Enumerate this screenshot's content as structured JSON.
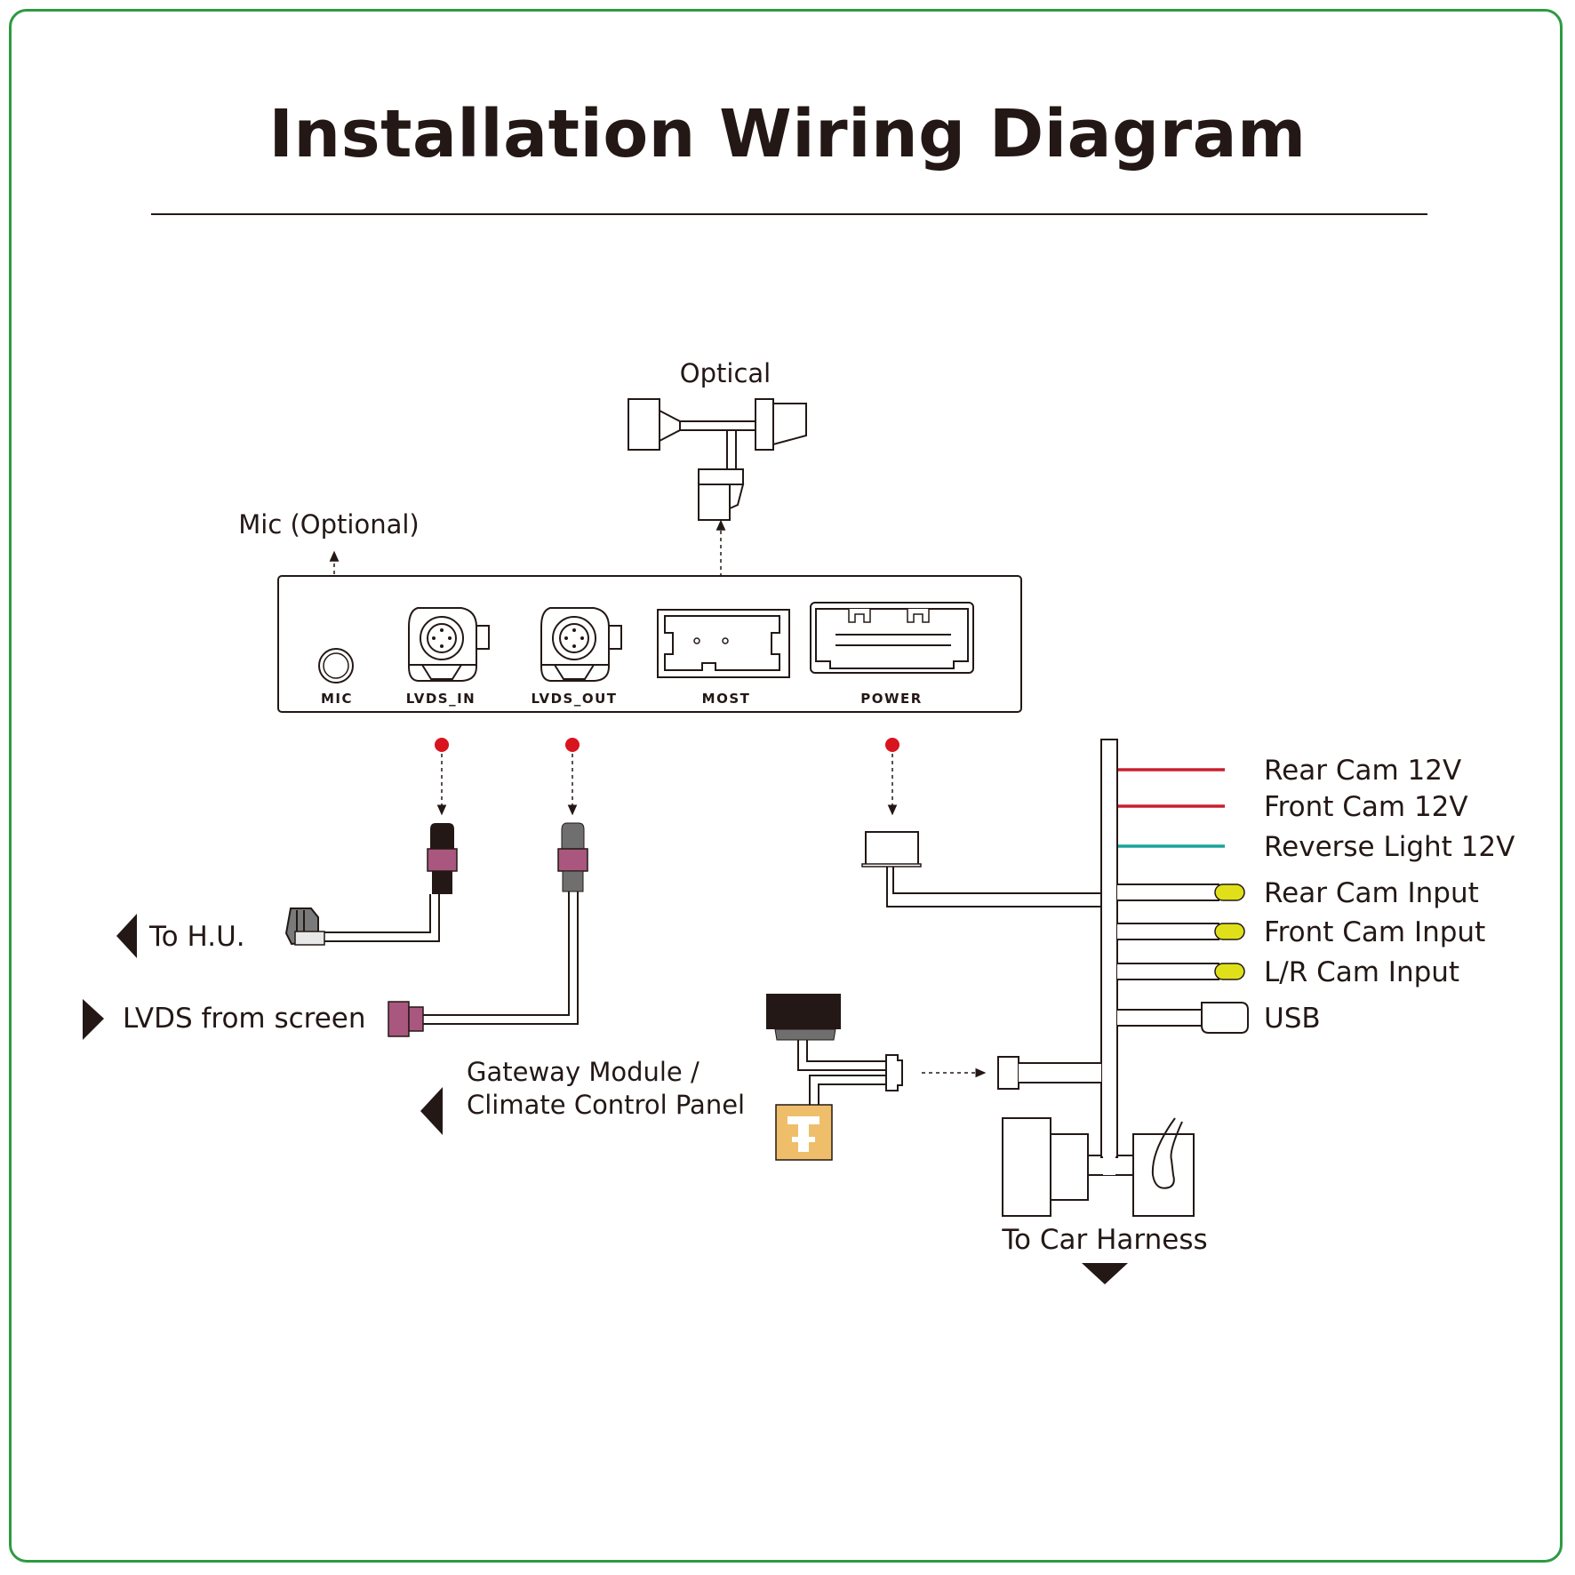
{
  "title": "Installation Wiring Diagram",
  "colors": {
    "frame": "#2e9a42",
    "ink": "#231815",
    "port_dot": "#d8141e",
    "red_wire": "#c8202e",
    "teal_wire": "#1aa39a",
    "yellow_plug": "#e0e01a",
    "pink_connector": "#a9577f",
    "amber_module": "#efbe6a"
  },
  "module": {
    "ports": {
      "mic": "MIC",
      "lvds_in": "LVDS_IN",
      "lvds_out": "LVDS_OUT",
      "most": "MOST",
      "power": "POWER"
    }
  },
  "labels": {
    "optical": "Optical",
    "mic_optional": "Mic (Optional)",
    "to_hu": "To H.U.",
    "lvds_from_screen": "LVDS from screen",
    "gateway_line1": "Gateway Module /",
    "gateway_line2": "Climate Control Panel",
    "to_car_harness": "To Car Harness"
  },
  "harness_outputs": [
    {
      "label": "Rear Cam 12V",
      "kind": "wire",
      "color": "#c8202e"
    },
    {
      "label": "Front Cam 12V",
      "kind": "wire",
      "color": "#c8202e"
    },
    {
      "label": "Reverse Light 12V",
      "kind": "wire",
      "color": "#1aa39a"
    },
    {
      "label": "Rear Cam Input",
      "kind": "plug",
      "color": "#e0e01a"
    },
    {
      "label": "Front Cam Input",
      "kind": "plug",
      "color": "#e0e01a"
    },
    {
      "label": "L/R Cam Input",
      "kind": "plug",
      "color": "#e0e01a"
    },
    {
      "label": "USB",
      "kind": "usb",
      "color": "#ffffff"
    }
  ]
}
